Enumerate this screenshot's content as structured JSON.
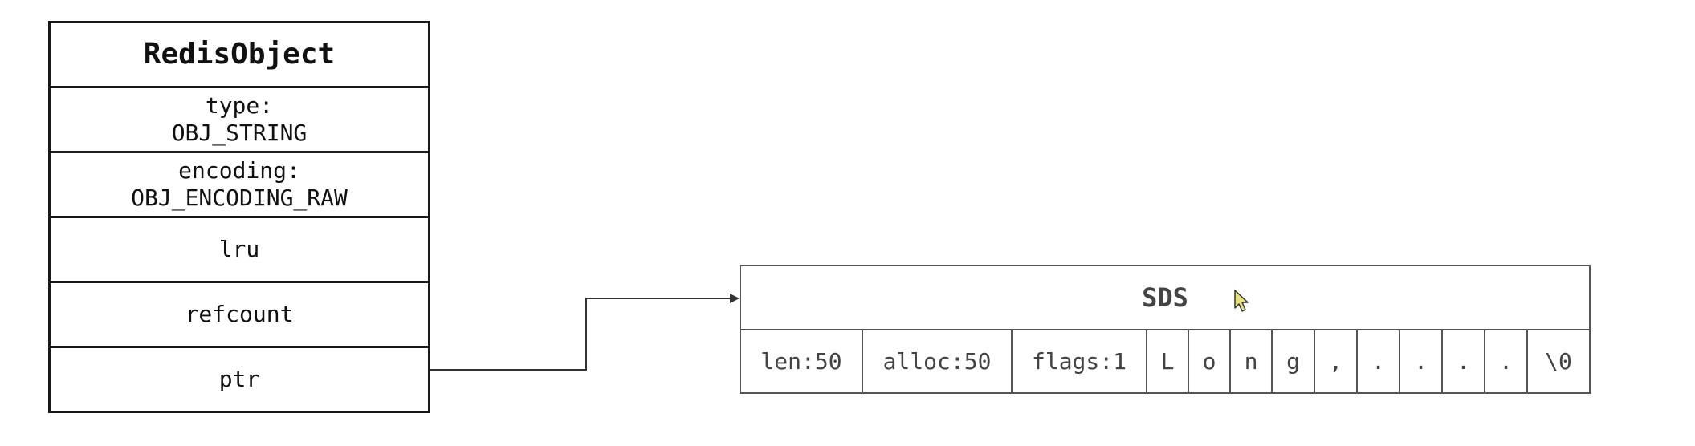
{
  "redis_object": {
    "title": "RedisObject",
    "fields": [
      {
        "line1": "type:",
        "line2": "OBJ_STRING"
      },
      {
        "line1": "encoding:",
        "line2": "OBJ_ENCODING_RAW"
      },
      {
        "line1": "lru",
        "line2": ""
      },
      {
        "line1": "refcount",
        "line2": ""
      },
      {
        "line1": "ptr",
        "line2": ""
      }
    ]
  },
  "sds": {
    "title": "SDS",
    "cells": [
      "len:50",
      "alloc:50",
      "flags:1",
      "L",
      "o",
      "n",
      "g",
      ",",
      ".",
      ".",
      ".",
      ".",
      "\\0"
    ]
  },
  "colors": {
    "robj_border": "#1a1a1a",
    "sds_border": "#555555",
    "arrow": "#333333",
    "cursor_fill": "#e8e07a"
  },
  "icons": {
    "cursor": "mouse-pointer-icon"
  }
}
